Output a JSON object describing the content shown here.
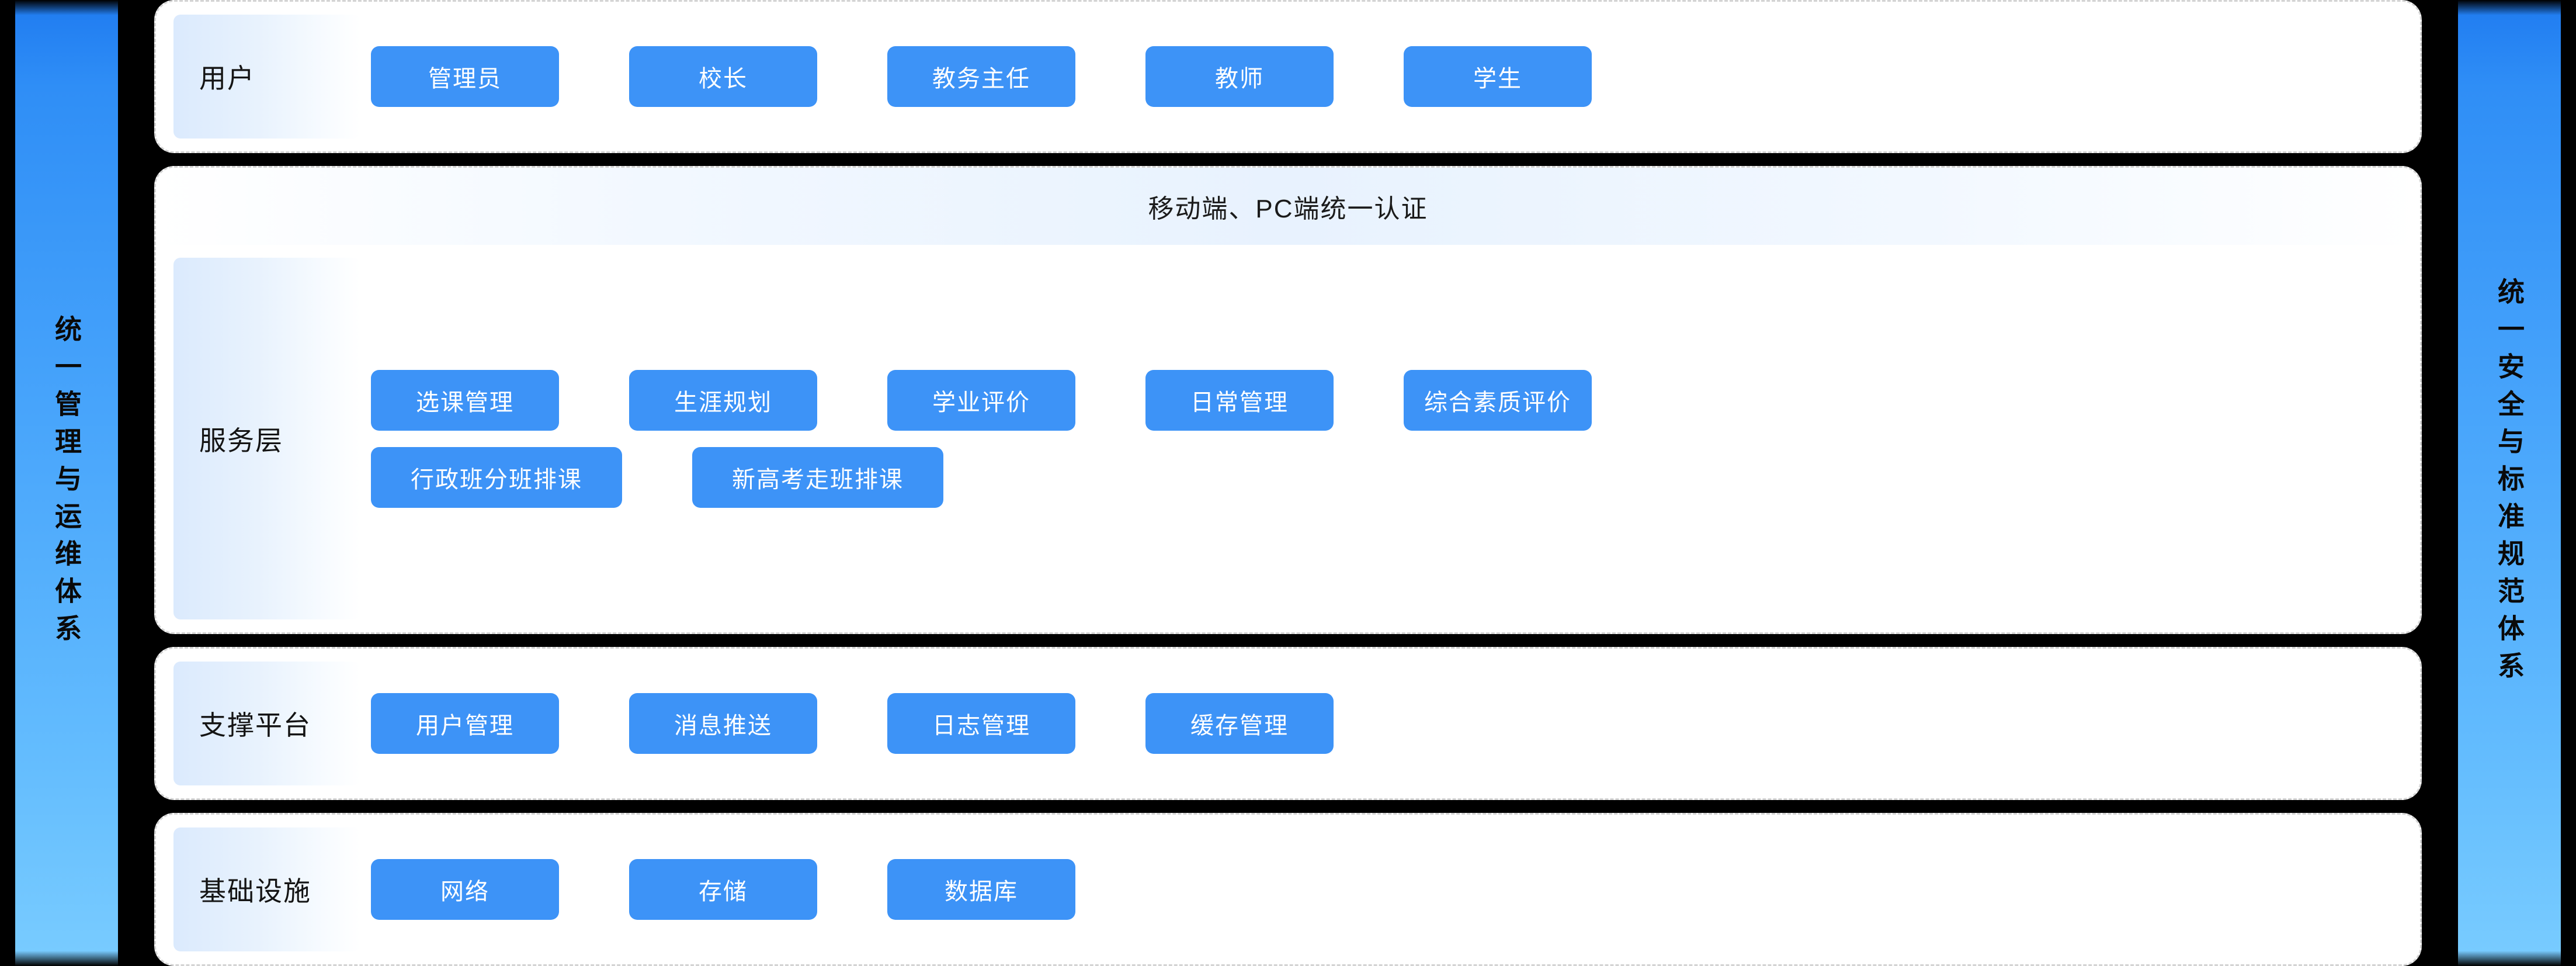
{
  "bands": {
    "left": {
      "label": "统一管理与运维体系",
      "name": "left-band"
    },
    "right": {
      "label": "统一安全与标准规范体系",
      "name": "right-band"
    }
  },
  "theme": {
    "page_background": "#000000",
    "card_background": "#ffffff",
    "card_border": "#d4d4d4",
    "pill_color": "#3d93f7",
    "pill_text": "#ffffff",
    "label_plate_start": "#dbeafd",
    "label_plate_end": "#ffffff",
    "band_gradient_start": "#1f7bf0",
    "band_gradient_end": "#79ccff",
    "banner_tint": "#e8f2fe"
  },
  "layers": {
    "users": {
      "label": "用户",
      "modules": [
        {
          "label": "管理员"
        },
        {
          "label": "校长"
        },
        {
          "label": "教务主任"
        },
        {
          "label": "教师"
        },
        {
          "label": "学生"
        }
      ]
    },
    "service": {
      "banner": "移动端、PC端统一认证",
      "label": "服务层",
      "row1": [
        {
          "label": "选课管理"
        },
        {
          "label": "生涯规划"
        },
        {
          "label": "学业评价"
        },
        {
          "label": "日常管理"
        },
        {
          "label": "综合素质评价"
        }
      ],
      "row2": [
        {
          "label": "行政班分班排课"
        },
        {
          "label": "新高考走班排课"
        }
      ]
    },
    "support": {
      "label": "支撑平台",
      "modules": [
        {
          "label": "用户管理"
        },
        {
          "label": "消息推送"
        },
        {
          "label": "日志管理"
        },
        {
          "label": "缓存管理"
        }
      ]
    },
    "infra": {
      "label": "基础设施",
      "modules": [
        {
          "label": "网络"
        },
        {
          "label": "存储"
        },
        {
          "label": "数据库"
        }
      ]
    }
  }
}
